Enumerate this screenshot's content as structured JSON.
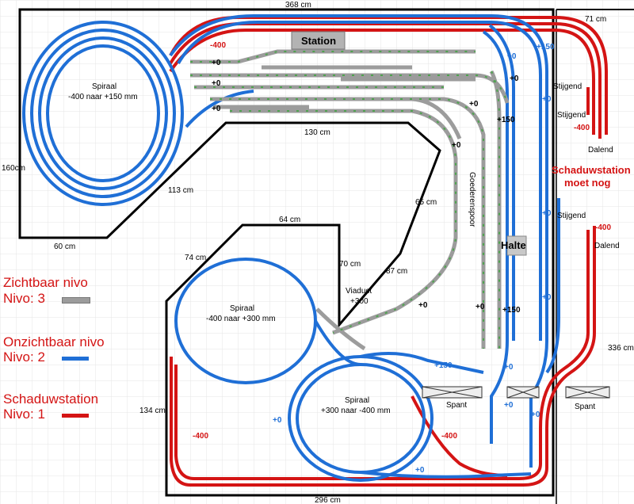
{
  "dimensions": {
    "top": "368 cm",
    "top_right": "71 cm",
    "left": "160cm",
    "bottom_left": "60 cm",
    "mid_top": "130 cm",
    "diag": "113 cm",
    "goederen_left": "65 cm",
    "inner_top": "64 cm",
    "inner_left": "74 cm",
    "viaduct_side": "70 cm",
    "diag2": "87 cm",
    "lower_left": "134 cm",
    "right": "336 cm",
    "bottom": "296 cm"
  },
  "labels": {
    "station": "Station",
    "halte": "Halte",
    "spiraal1": [
      "Spiraal",
      "-400 naar +150 mm"
    ],
    "spiraal2": [
      "Spiraal",
      "-400 naar +300 mm"
    ],
    "spiraal3": [
      "Spiraal",
      "+300 naar -400 mm"
    ],
    "viaduct": [
      "Viaduct",
      "+300"
    ],
    "goederenspoor": "Goederenspoor",
    "schaduwstation": [
      "Schaduwstation",
      "moet nog"
    ],
    "stijgend": "Stijgend",
    "dalend": "Dalend",
    "spant": "Spant"
  },
  "levels": {
    "plus0": "+0",
    "plus150": "+150",
    "minus400": "-400"
  },
  "legend": [
    {
      "title": "Zichtbaar nivo",
      "sub": "Nivo: 3",
      "color": "#9c9c9c"
    },
    {
      "title": "Onzichtbaar nivo",
      "sub": "Nivo: 2",
      "color": "#1f6fd6"
    },
    {
      "title": "Schaduwstation",
      "sub": "Nivo: 1",
      "color": "#d41414"
    }
  ],
  "colors": {
    "visible": "#9c9c9c",
    "hidden": "#1f6fd6",
    "shadow": "#d41414"
  }
}
